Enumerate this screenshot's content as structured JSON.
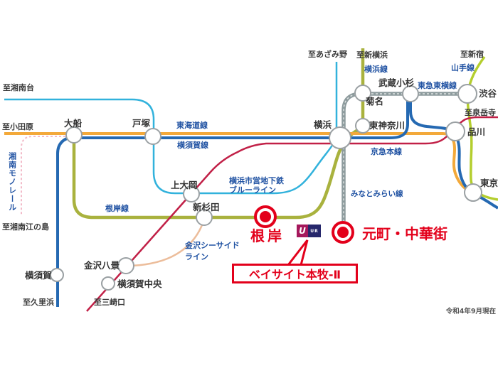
{
  "stations": {
    "ofuna": "大船",
    "totsuka": "戸塚",
    "yokohama": "横浜",
    "kamiooka": "上大岡",
    "shinsugita": "新杉田",
    "kanazawa_hakkei": "金沢八景",
    "yokosuka": "横須賀",
    "yokosuka_chuo": "横須賀中央",
    "kikuna": "菊名",
    "musashi_kosugi": "武蔵小杉",
    "higashi_kanagawa": "東神奈川",
    "shibuya": "渋谷",
    "shinagawa": "品川",
    "tokyo": "東京",
    "negishi": "根岸",
    "motomachi_chukagai": "元町・中華街"
  },
  "destinations": {
    "shonandai": "至湘南台",
    "odawara": "至小田原",
    "shonan_enoshima": "至湘南江の島",
    "kurihama": "至久里浜",
    "misakiguchi": "至三崎口",
    "azamino": "至あざみ野",
    "shin_yokohama": "至新横浜",
    "shinjuku": "至新宿",
    "sengakuji": "至泉岳寺"
  },
  "lines": {
    "tokaido": "東海道線",
    "yokosuka_line": "横須賀線",
    "shonan_monorail": "湘南モノレール",
    "negishi_line": "根岸線",
    "seaside_line_1": "金沢シーサイド",
    "seaside_line_2": "ライン",
    "blue_line_1": "横浜市営地下鉄",
    "blue_line_2": "ブルーライン",
    "keikyu": "京急本線",
    "minatomirai": "みなとみらい線",
    "yokohama_line": "横浜線",
    "toyoko": "東急東横線",
    "yamanote": "山手線"
  },
  "callout": {
    "label": "ベイサイト本牧-Ⅱ"
  },
  "logo": {
    "u": "U",
    "ur": "UR"
  },
  "note": "令和4年9月現在",
  "colors": {
    "tokaido_line": "#f3a93a",
    "yokosuka_line": "#2569b2",
    "blue_line": "#32b2dc",
    "negishi_yokohama_line": "#a9b23e",
    "yamanote_line": "#b4ce2e",
    "keikyu_line": "#c12047",
    "shonan_monorail": "#f2bac8",
    "seaside_line": "#ecbd9b",
    "toyoko_minatomirai_line": "#8d9b9d",
    "station_ring": "#9aa0a3",
    "highlight_red": "#e3001b",
    "line_label_blue": "#2153a3",
    "text_dark": "#3a3a3a"
  }
}
